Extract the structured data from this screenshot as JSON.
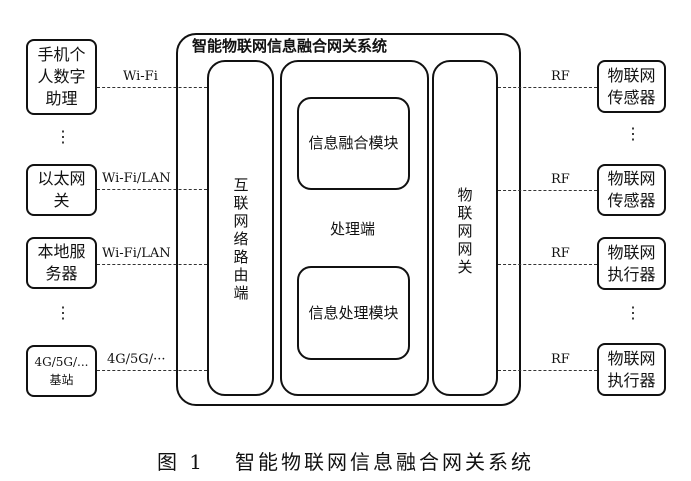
{
  "system": {
    "title": "智能物联网信息融合网关系统",
    "internet_end": "互联网络路由端",
    "processing_end": "处理端",
    "fusion_module": "信息融合模块",
    "processing_module": "信息处理模块",
    "iot_gateway": "物联网网关"
  },
  "left_devices": [
    {
      "label": "手机个人数字助理",
      "link": "Wi-Fi"
    },
    {
      "label": "以太网关",
      "link": "Wi-Fi/LAN"
    },
    {
      "label": "本地服务器",
      "link": "Wi-Fi/LAN"
    },
    {
      "label": "4G/5G/...基站",
      "link": "4G/5G/···"
    }
  ],
  "right_devices": [
    {
      "label": "物联网传感器",
      "link": "RF"
    },
    {
      "label": "物联网传感器",
      "link": "RF"
    },
    {
      "label": "物联网执行器",
      "link": "RF"
    },
    {
      "label": "物联网执行器",
      "link": "RF"
    }
  ],
  "dots": "⋮",
  "caption": {
    "number": "图 1",
    "text": "智能物联网信息融合网关系统"
  }
}
